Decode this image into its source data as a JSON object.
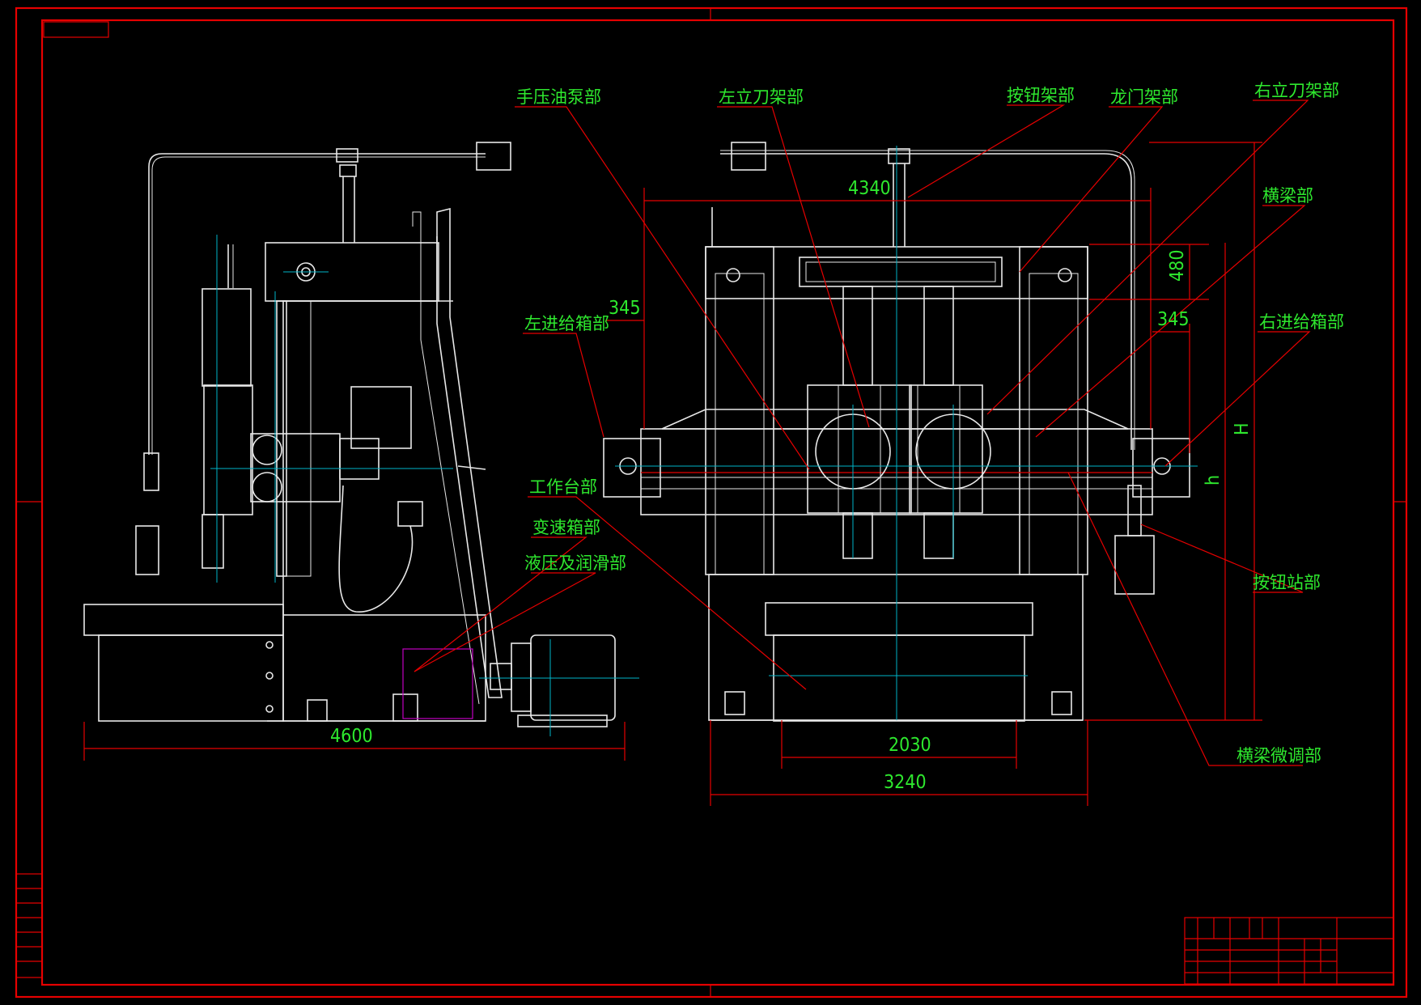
{
  "labels": {
    "hand_pump": "手压油泵部",
    "left_tool_rest": "左立刀架部",
    "button_frame": "按钮架部",
    "gantry_frame": "龙门架部",
    "right_tool_rest": "右立刀架部",
    "crossbeam": "横梁部",
    "left_feed_box": "左进给箱部",
    "right_feed_box": "右进给箱部",
    "worktable": "工作台部",
    "gearbox": "变速箱部",
    "hydraulic_lube": "液压及润滑部",
    "button_station": "按钮站部",
    "crossbeam_fine_adjust": "横梁微调部"
  },
  "dimensions": {
    "side_length": "4600",
    "width_overall": "4340",
    "left_offset": "345",
    "right_offset": "345",
    "top_height": "480",
    "height_H": "H",
    "height_h": "h",
    "table_width": "2030",
    "base_width": "3240"
  },
  "colors": {
    "background": "#000000",
    "linework": "#e8e8e8",
    "frame_and_leaders": "#e60000",
    "text": "#2ee82e",
    "centerlines": "#00b4c8",
    "highlight": "#c000c0"
  }
}
